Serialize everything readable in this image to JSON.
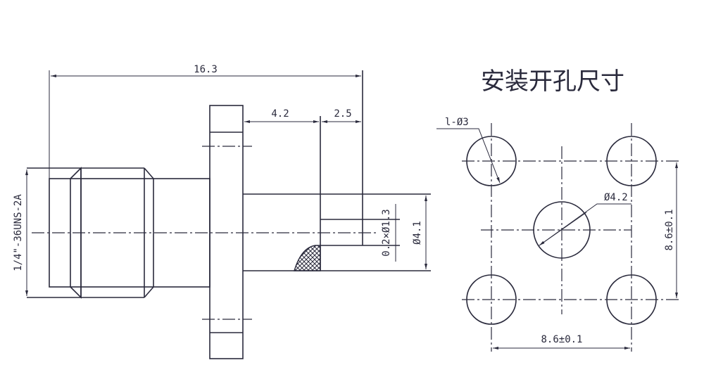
{
  "side_view": {
    "overall_length": "16.3",
    "dim_a": "4.2",
    "dim_b": "2.5",
    "thread_spec": "1/4\"-36UNS-2A",
    "bore_spec": "0.2×Ø1.3",
    "shaft_diameter": "Ø4.1"
  },
  "panel_cutout": {
    "title": "安装开孔尺寸",
    "corner_holes": "l-Ø3",
    "center_hole": "Ø4.2",
    "vertical_spacing": "8.6±0.1",
    "horizontal_spacing": "8.6±0.1"
  },
  "colors": {
    "line": "#2a2a3c",
    "background": "#ffffff"
  }
}
